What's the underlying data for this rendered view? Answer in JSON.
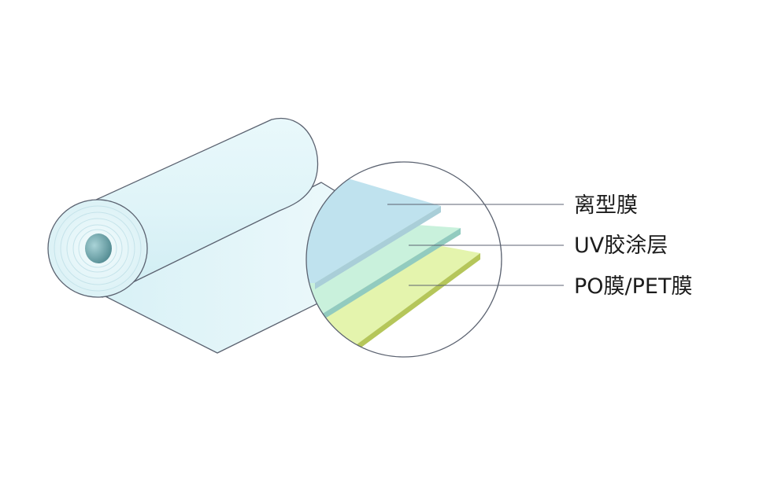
{
  "diagram": {
    "layers": [
      {
        "label": "离型膜",
        "color": "#bfe2ee",
        "edge_color": "#a9ced8"
      },
      {
        "label": "UV胶涂层",
        "color": "#c9f1dc",
        "edge_color": "#92cbbf"
      },
      {
        "label": "PO膜/PET膜",
        "color": "#e4f4ad",
        "edge_color": "#b5c65a"
      }
    ],
    "roll_color": "#e2f6f9",
    "core_color": "#5b969c",
    "outline_color": "#5b6270"
  }
}
